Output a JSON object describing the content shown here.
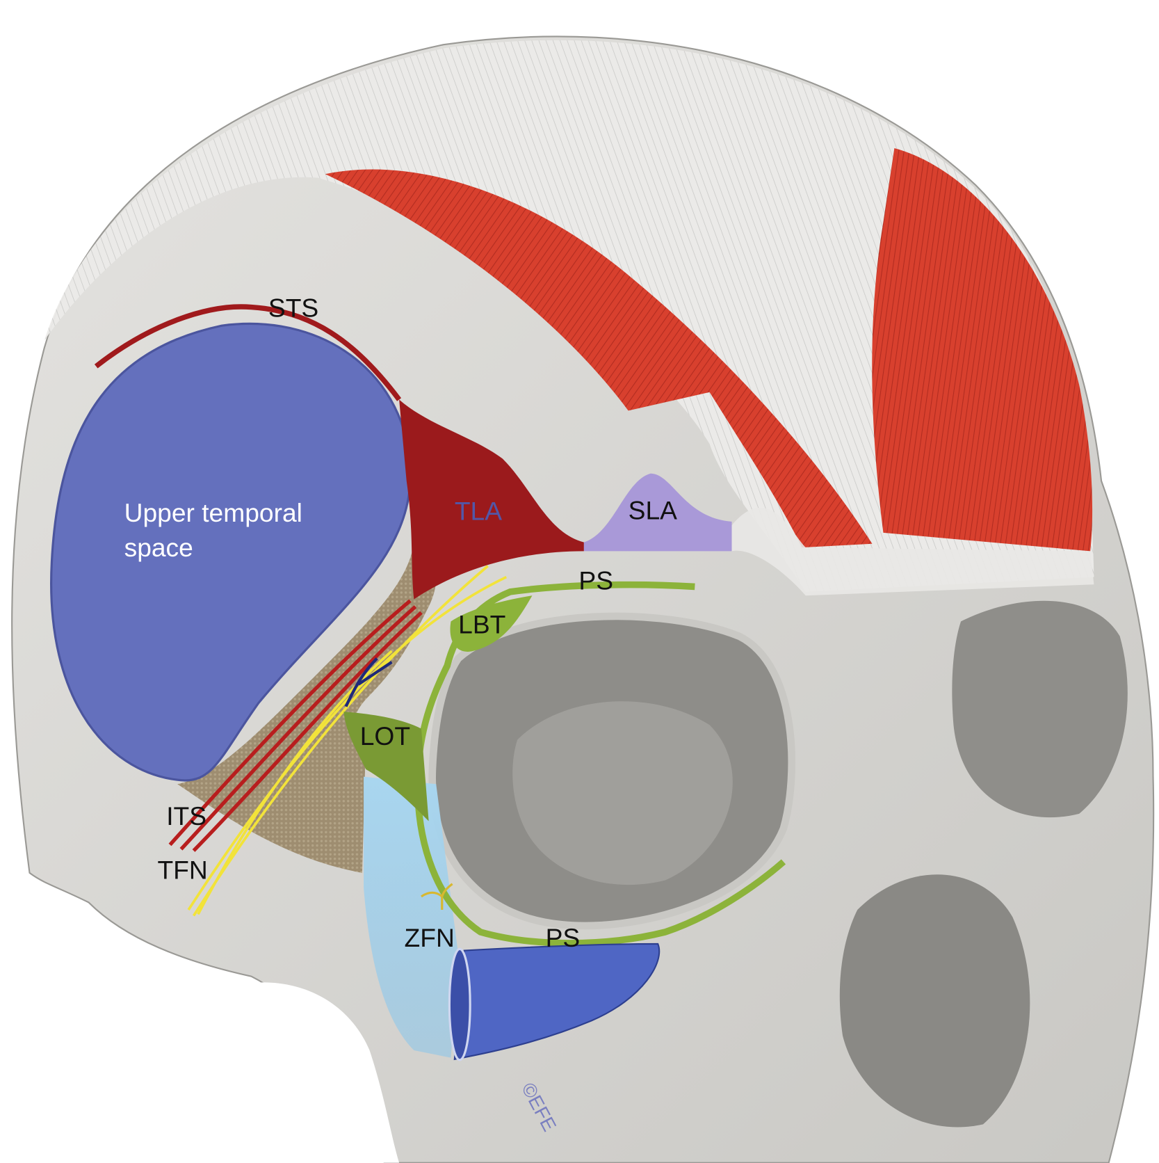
{
  "figure": {
    "labels": {
      "sts": "STS",
      "upper_temporal_space_line1": "Upper temporal",
      "upper_temporal_space_line2": "space",
      "tla": "TLA",
      "sla": "SLA",
      "ps_upper": "PS",
      "lbt": "LBT",
      "lot": "LOT",
      "its": "ITS",
      "tfn": "TFN",
      "zfn": "ZFN",
      "ps_lower": "PS"
    },
    "signature": "©EFE",
    "colors": {
      "bone": "#d9d8d5",
      "muscle_red": "#d8402e",
      "temporal_space_blue": "#6470bd",
      "tla_red": "#9b1a1c",
      "sla_lavender": "#a999d8",
      "septum_green": "#8cb33a",
      "nerve_yellow": "#f2e33a",
      "prezygomatic_blue": "#4f66c4"
    }
  }
}
